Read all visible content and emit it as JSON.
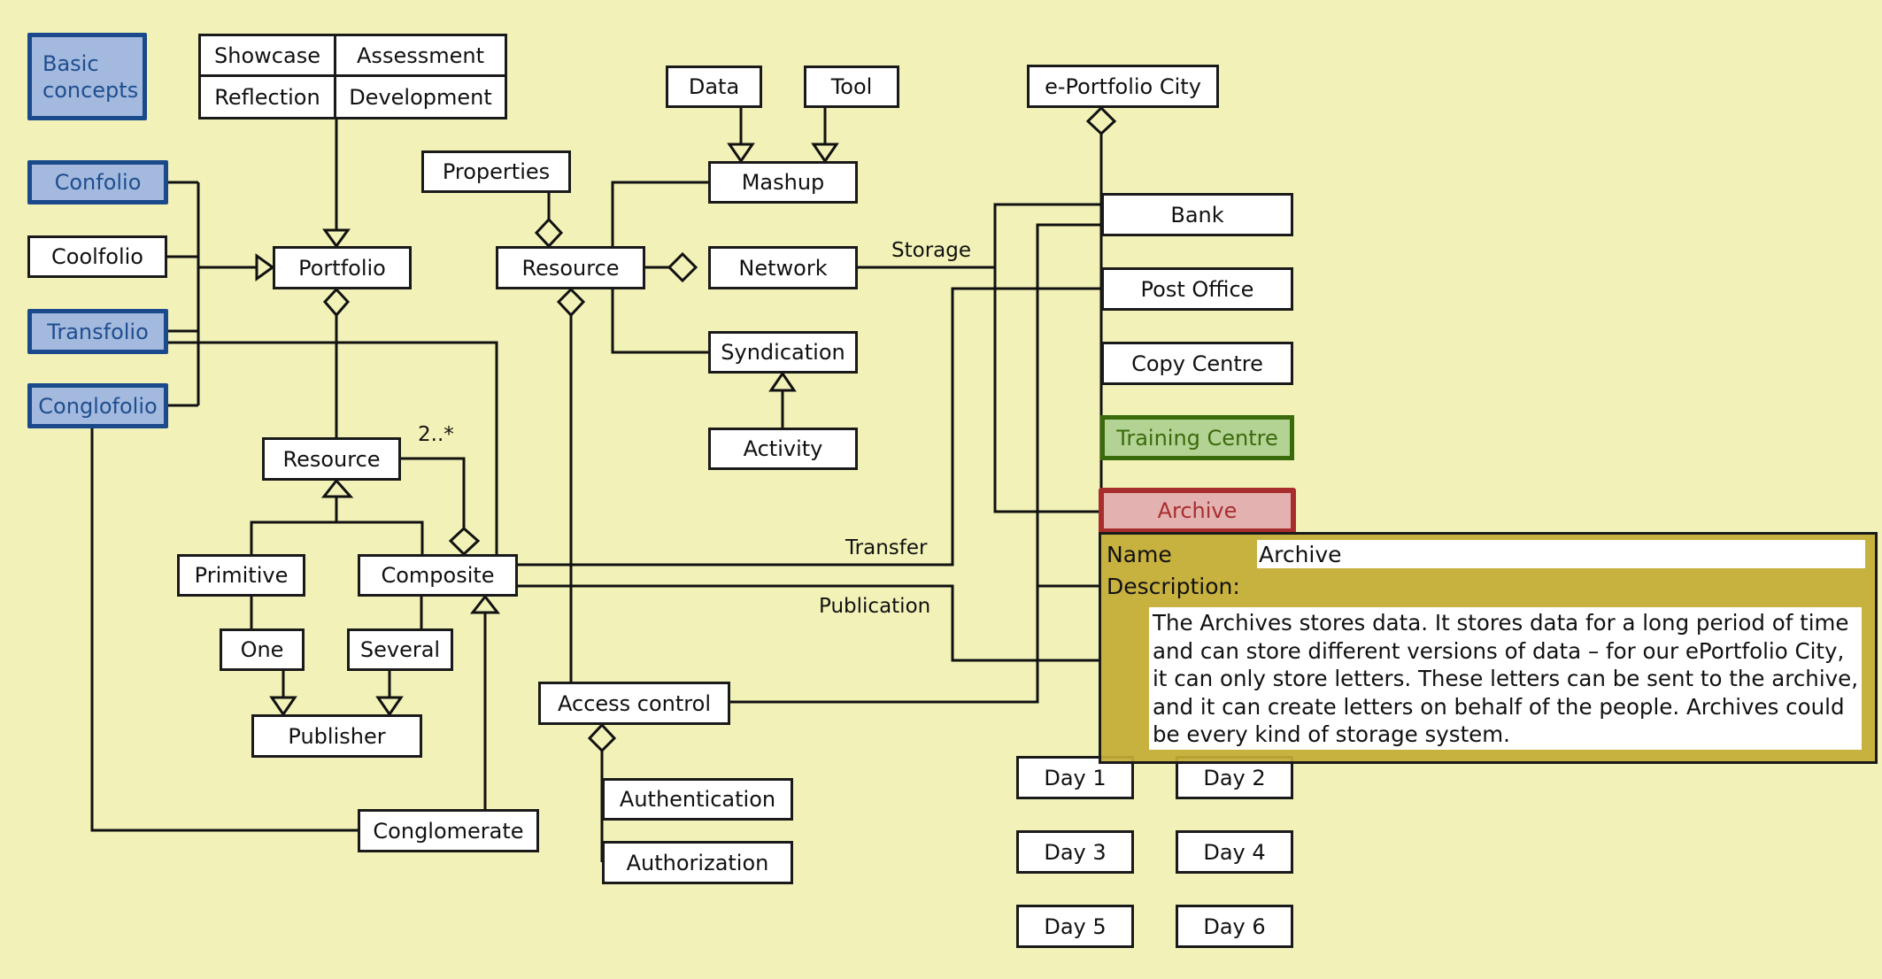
{
  "diagram": {
    "background_color": "#f2f2b8",
    "colors": {
      "basic_concept_fill": "#a3b9de",
      "basic_concept_border": "#1a4a8c",
      "training_fill": "#b3d394",
      "training_border": "#3a6b0a",
      "archive_fill": "#e4b1b1",
      "archive_border": "#a82e2e",
      "popup_fill": "#c4ac36"
    },
    "nodes": {
      "basic_concepts": "Basic concepts",
      "confolio": "Confolio",
      "coolfolio": "Coolfolio",
      "transfolio": "Transfolio",
      "conglofolio": "Conglofolio",
      "showcase": "Showcase",
      "assessment": "Assessment",
      "reflection": "Reflection",
      "development": "Development",
      "portfolio": "Portfolio",
      "resource_lower": "Resource",
      "primitive": "Primitive",
      "composite": "Composite",
      "one": "One",
      "several": "Several",
      "publisher": "Publisher",
      "conglomerate": "Conglomerate",
      "properties": "Properties",
      "resource_upper": "Resource",
      "data": "Data",
      "tool": "Tool",
      "mashup": "Mashup",
      "network": "Network",
      "syndication": "Syndication",
      "activity": "Activity",
      "access_control": "Access control",
      "authentication": "Authentication",
      "authorization": "Authorization",
      "eportfolio_city": "e-Portfolio City",
      "bank": "Bank",
      "post_office": "Post Office",
      "copy_centre": "Copy Centre",
      "training_centre": "Training Centre",
      "archive": "Archive",
      "day1": "Day 1",
      "day2": "Day 2",
      "day3": "Day 3",
      "day4": "Day 4",
      "day5": "Day 5",
      "day6": "Day 6"
    },
    "edge_labels": {
      "multiplicity": "2..*",
      "storage": "Storage",
      "transfer": "Transfer",
      "publication": "Publication"
    }
  },
  "popup": {
    "name_label": "Name",
    "name_value": "Archive",
    "description_label": "Description:",
    "description_value": "The Archives stores data. It stores data for a long period of time and can store different versions of data – for our ePortfolio City, it can only store letters. These letters can be sent to the archive, and it can create letters on behalf of the people. Archives could be every kind of storage system."
  }
}
